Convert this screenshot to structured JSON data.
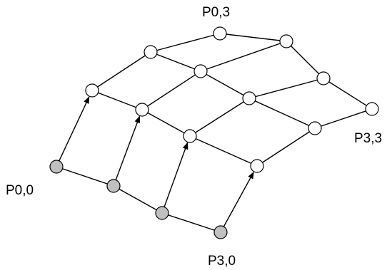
{
  "labels": {
    "p00": "P0,0",
    "p03": "P0,3",
    "p30": "P3,0",
    "p33": "P3,3"
  },
  "colors": {
    "line": "#000000",
    "filled_point": "#c0c0c0",
    "open_point": "#ffffff"
  }
}
